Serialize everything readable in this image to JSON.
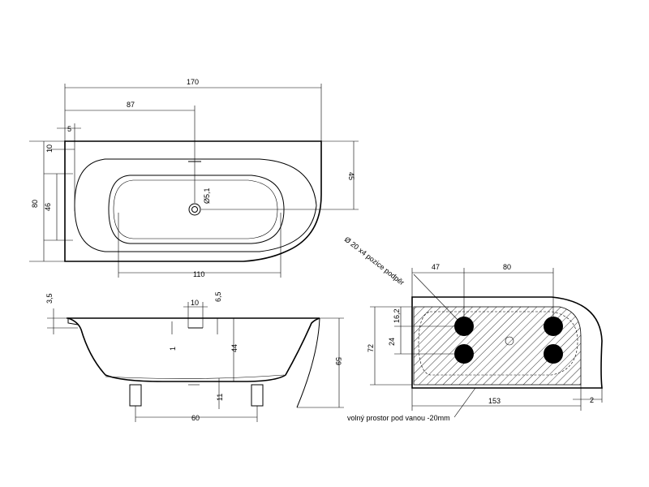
{
  "top_view": {
    "overall_length": "170",
    "offset_to_drain": "87",
    "rim_offset": "5",
    "top_rim": "10",
    "overall_width": "80",
    "inner_half_width": "46",
    "side_to_drain": "45",
    "drain_diameter": "Ø5,1",
    "bottom_length": "110"
  },
  "side_view": {
    "rim_height": "3,5",
    "overflow_spacing": "10",
    "overflow_height": "6,5",
    "overflow_small": "1",
    "inner_depth": "44",
    "total_height": "59",
    "feet_height": "11",
    "feet_spacing": "60"
  },
  "support_view": {
    "support_label": "Ø 20 x4 pozice podpěr",
    "left_offset": "47",
    "support_spacing_x": "80",
    "top_offset": "16,2",
    "support_spacing_y": "24",
    "free_height": "72",
    "free_length": "153",
    "edge_gap": "2",
    "free_space_note": "volný prostor pod vanou -20mm"
  }
}
